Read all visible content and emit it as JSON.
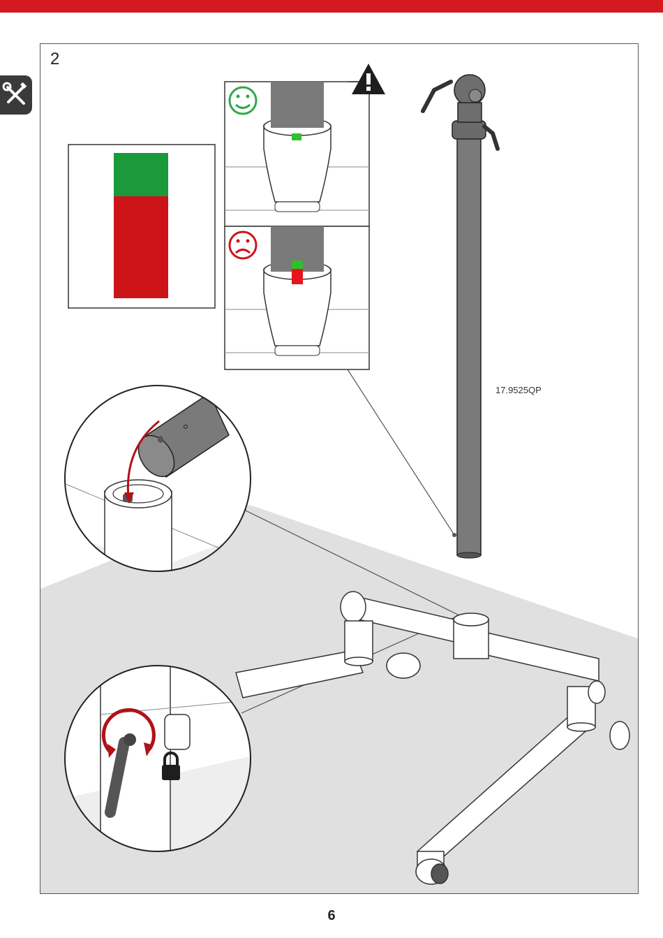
{
  "page": {
    "step_number": "2",
    "part_code": "17.9525QP",
    "page_number": "6"
  },
  "icons": {
    "tools": "tools-icon",
    "warning": "warning-triangle-icon",
    "good": "smiley-happy-icon",
    "bad": "smiley-sad-icon",
    "lock": "padlock-icon"
  },
  "colors": {
    "brand_red": "#d41920",
    "ok_green": "#1a9a3a",
    "bad_red": "#cc1418",
    "tube_gray": "#7a7a7a",
    "floor_gray": "#e0e0e0"
  },
  "insertion_gauge": {
    "green_fraction": 0.3,
    "red_fraction": 0.7
  }
}
